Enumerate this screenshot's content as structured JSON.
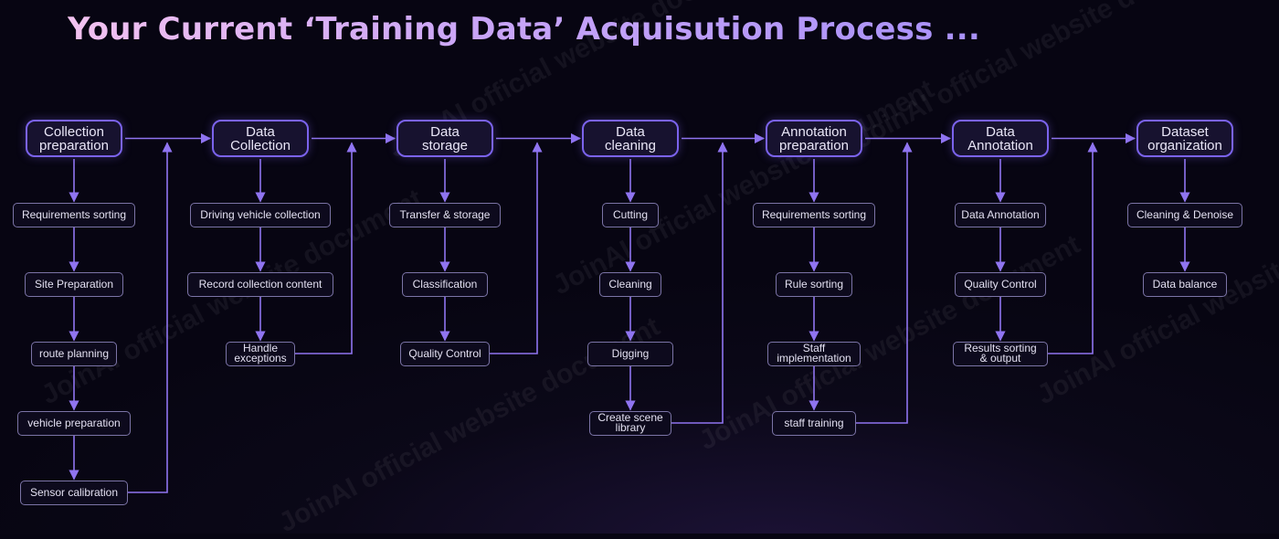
{
  "title": "Your Current ‘Training Data’ Acquisution Process ...",
  "watermark": "JoinAI official website document",
  "colors": {
    "accent": "#7b63ec",
    "arrow": "#8f74f0",
    "background": "#0b0818"
  },
  "columns": [
    {
      "stage": "Collection\npreparation",
      "steps": [
        "Requirements sorting",
        "Site Preparation",
        "route planning",
        "vehicle preparation",
        "Sensor calibration"
      ]
    },
    {
      "stage": "Data\nCollection",
      "steps": [
        "Driving vehicle collection",
        "Record collection content",
        "Handle\nexceptions"
      ]
    },
    {
      "stage": "Data\nstorage",
      "steps": [
        "Transfer & storage",
        "Classification",
        "Quality Control"
      ]
    },
    {
      "stage": "Data\ncleaning",
      "steps": [
        "Cutting",
        "Cleaning",
        "Digging",
        "Create scene\nlibrary"
      ]
    },
    {
      "stage": "Annotation\npreparation",
      "steps": [
        "Requirements sorting",
        "Rule sorting",
        "Staff\nimplementation",
        "staff training"
      ]
    },
    {
      "stage": "Data\nAnnotation",
      "steps": [
        "Data Annotation",
        "Quality Control",
        "Results sorting\n& output"
      ]
    },
    {
      "stage": "Dataset\norganization",
      "steps": [
        "Cleaning & Denoise",
        "Data balance"
      ]
    }
  ]
}
